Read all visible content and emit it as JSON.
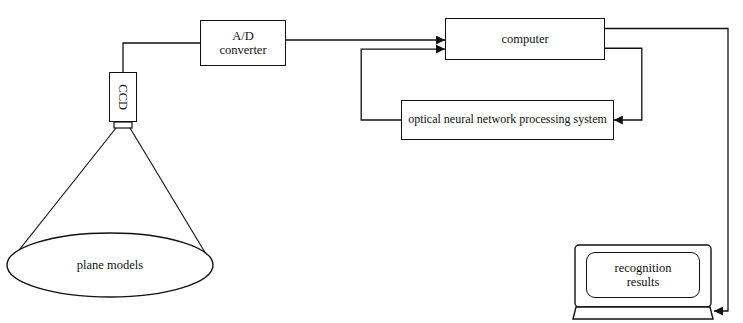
{
  "diagram": {
    "nodes": [
      {
        "text": [
          "CCD"
        ]
      },
      {
        "text": [
          "A/D converter"
        ]
      },
      {
        "text": [
          "computer"
        ]
      },
      {
        "text": [
          "optical neural network processing system"
        ]
      },
      {
        "text": [
          "plane models"
        ]
      },
      {
        "text": [
          "recognition results"
        ]
      }
    ],
    "edges": [
      {
        "from": 0,
        "to": 1,
        "arrow": "none"
      },
      {
        "from": 1,
        "to": 2,
        "arrow": "to"
      },
      {
        "from": 2,
        "to": 3,
        "arrow": "to"
      },
      {
        "from": 3,
        "to": 2,
        "arrow": "to"
      },
      {
        "from": 2,
        "to": 5,
        "arrow": "to"
      }
    ]
  }
}
